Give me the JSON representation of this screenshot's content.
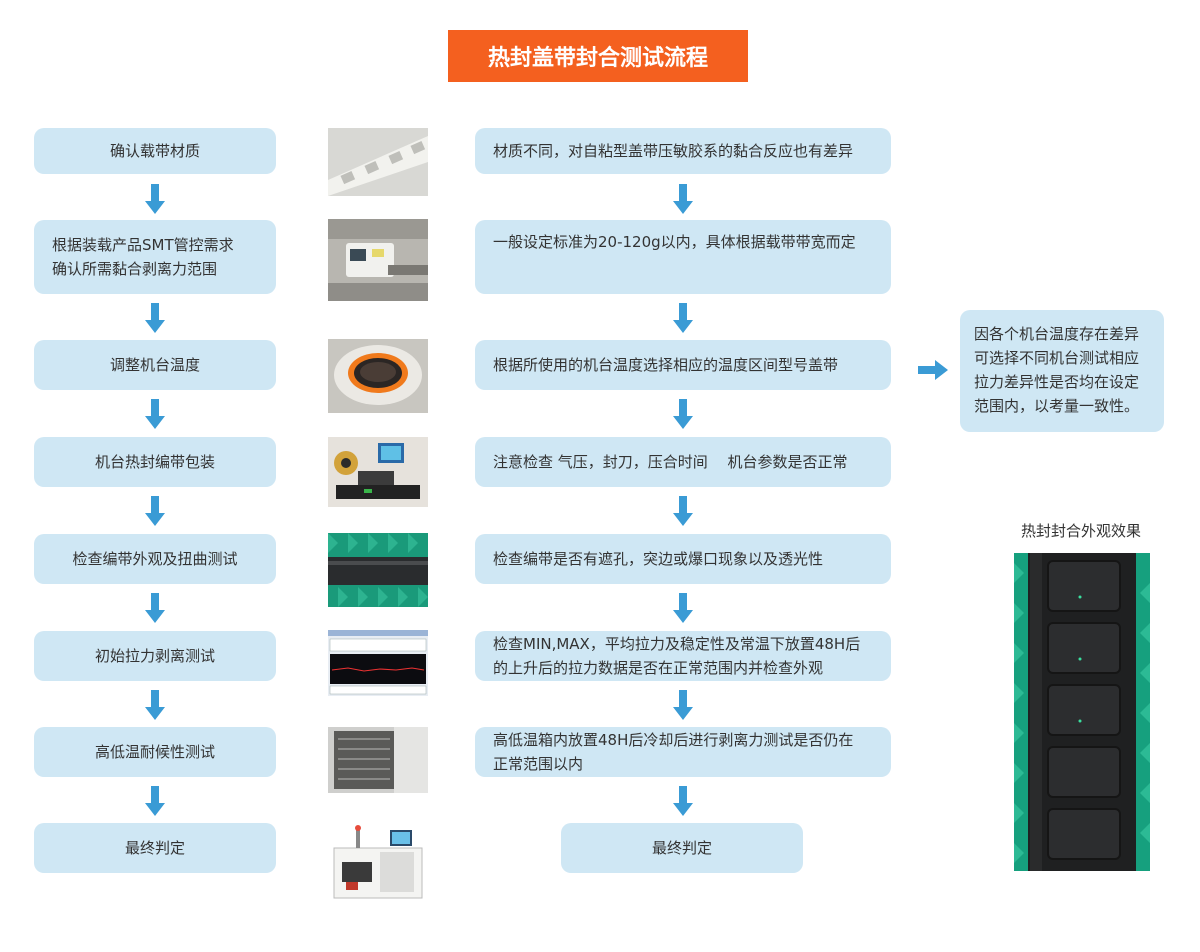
{
  "title": "热封盖带封合测试流程",
  "left_steps": [
    {
      "lines": [
        "确认载带材质"
      ]
    },
    {
      "lines": [
        "根据装载产品SMT管控需求",
        "确认所需黏合剥离力范围"
      ]
    },
    {
      "lines": [
        "调整机台温度"
      ]
    },
    {
      "lines": [
        "机台热封编带包装"
      ]
    },
    {
      "lines": [
        "检查编带外观及扭曲测试"
      ]
    },
    {
      "lines": [
        "初始拉力剥离测试"
      ]
    },
    {
      "lines": [
        "高低温耐候性测试"
      ]
    },
    {
      "lines": [
        "最终判定"
      ]
    }
  ],
  "right_steps": [
    {
      "lines": [
        "材质不同，对自粘型盖带压敏胶系的黏合反应也有差异"
      ]
    },
    {
      "lines": [
        "一般设定标准为20-120g以内，具体根据载带带宽而定"
      ]
    },
    {
      "lines": [
        "根据所使用的机台温度选择相应的温度区间型号盖带"
      ]
    },
    {
      "lines": [
        "注意检查 气压，封刀，压合时间　 机台参数是否正常"
      ]
    },
    {
      "lines": [
        "检查编带是否有遮孔，突边或爆口现象以及透光性"
      ]
    },
    {
      "lines": [
        "检查MIN,MAX，平均拉力及稳定性及常温下放置48H后",
        "的上升后的拉力数据是否在正常范围内并检查外观"
      ]
    },
    {
      "lines": [
        "高低温箱内放置48H后冷却后进行剥离力测试是否仍在",
        "正常范围以内"
      ]
    },
    {
      "lines": [
        "最终判定"
      ]
    }
  ],
  "side_note": {
    "lines": [
      "因各个机台温度存在差异",
      "可选择不同机台测试相应",
      "拉力差异性是否均在设定",
      "范围内，以考量一致性。"
    ]
  },
  "effect_caption": "热封封合外观效果",
  "colors": {
    "title_bg": "#f4601f",
    "box_bg": "#cfe7f4",
    "arrow": "#3a9bd5"
  }
}
